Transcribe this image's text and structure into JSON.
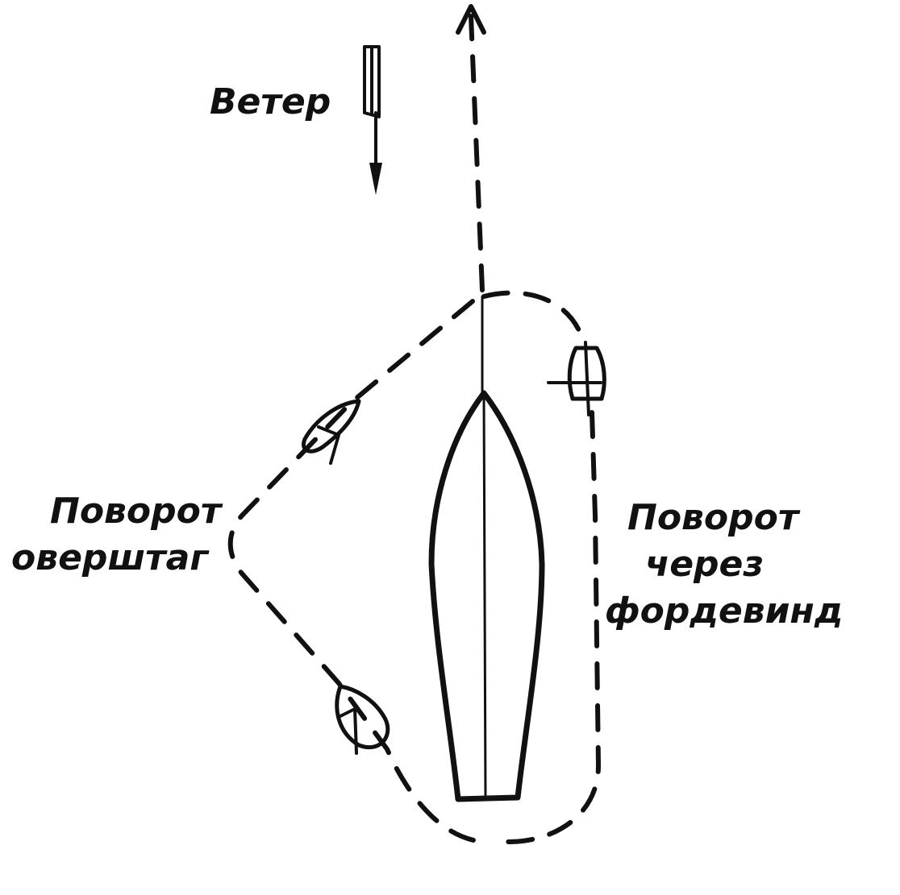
{
  "labels": {
    "wind": "Ветер",
    "tack": [
      "Поворот",
      "оверштаг"
    ],
    "gybe": [
      "Поворот",
      "через",
      "фордевинд"
    ]
  },
  "colors": {
    "ink": "#111111",
    "paper": "#ffffff"
  },
  "icons": [
    "wind-direction-arrow-icon",
    "course-arrow-icon",
    "sailboat-icon"
  ]
}
